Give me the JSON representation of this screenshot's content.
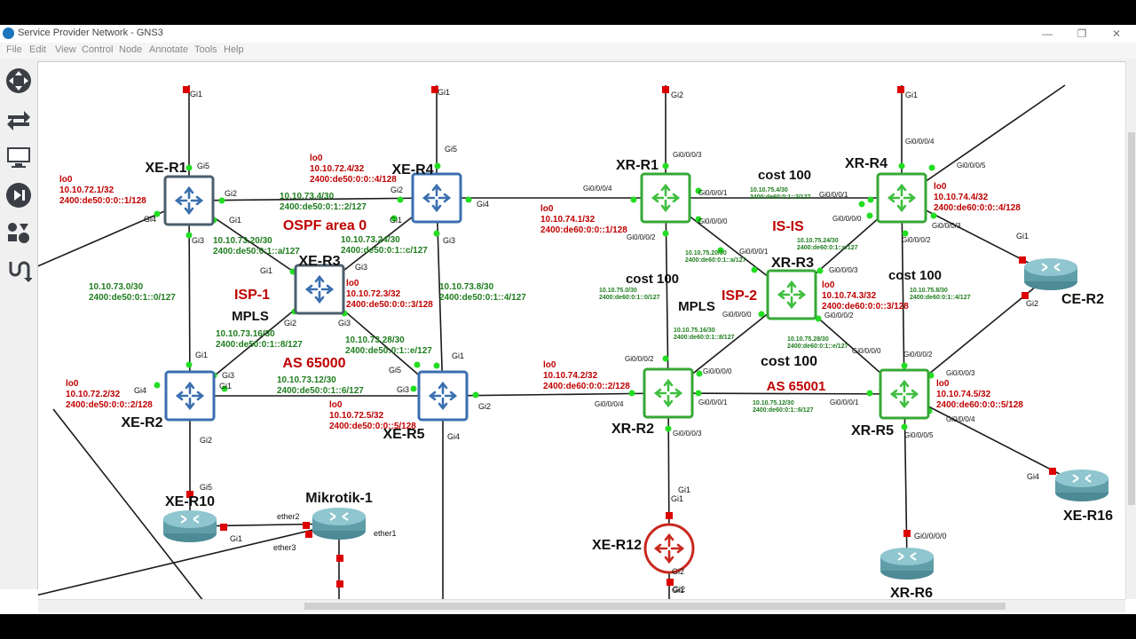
{
  "window": {
    "title": "Service Provider Network - GNS3"
  },
  "menu": [
    "File",
    "Edit",
    "View",
    "Control",
    "Node",
    "Annotate",
    "Tools",
    "Help"
  ],
  "toolbar_icons": [
    "open-folder-icon",
    "open-project-icon",
    "clock-icon",
    "grid-snap-icon",
    "console-icon",
    "play-icon",
    "pause-icon",
    "stop-icon",
    "reload-icon",
    "note-edit-icon",
    "image-icon",
    "rectangle-icon",
    "ellipse-icon",
    "line-icon",
    "lock-icon",
    "zoom-in-icon",
    "zoom-out-icon",
    "camera-icon"
  ],
  "sidebar_icons": [
    "browse-routers-icon",
    "browse-switches-icon",
    "browse-end-devices-icon",
    "browse-security-icon",
    "browse-all-icon",
    "add-link-icon"
  ],
  "colors": {
    "xe": "#3a6fb0",
    "xr": "#33aa33",
    "label_red": "#c00000",
    "label_green": "#1e7d1e",
    "port_green": "#22dd22",
    "port_red": "#dd0000"
  },
  "nodes": [
    {
      "id": "xe-r1",
      "label": "XE-R1",
      "kind": "xe-gray"
    },
    {
      "id": "xe-r4",
      "label": "XE-R4",
      "kind": "xe-blue"
    },
    {
      "id": "xe-r3",
      "label": "XE-R3",
      "kind": "xe-gray"
    },
    {
      "id": "xe-r2",
      "label": "XE-R2",
      "kind": "xe-blue"
    },
    {
      "id": "xe-r5",
      "label": "XE-R5",
      "kind": "xe-blue"
    },
    {
      "id": "xr-r1",
      "label": "XR-R1",
      "kind": "xr"
    },
    {
      "id": "xr-r4",
      "label": "XR-R4",
      "kind": "xr"
    },
    {
      "id": "xr-r3",
      "label": "XR-R3",
      "kind": "xr"
    },
    {
      "id": "xr-r2",
      "label": "XR-R2",
      "kind": "xr"
    },
    {
      "id": "xr-r5",
      "label": "XR-R5",
      "kind": "xr"
    },
    {
      "id": "xe-r12",
      "label": "XE-R12",
      "kind": "red"
    },
    {
      "id": "xe-r10",
      "label": "XE-R10",
      "kind": "cyl"
    },
    {
      "id": "mikrotik-1",
      "label": "Mikrotik-1",
      "kind": "cyl"
    },
    {
      "id": "ce-r2",
      "label": "CE-R2",
      "kind": "cyl"
    },
    {
      "id": "xe-r16",
      "label": "XE-R16",
      "kind": "cyl"
    },
    {
      "id": "xr-r6",
      "label": "XR-R6",
      "kind": "cyl"
    }
  ],
  "titles": [
    {
      "text": "OSPF area 0",
      "color": "red"
    },
    {
      "text": "ISP-1",
      "color": "red"
    },
    {
      "text": "MPLS",
      "color": "black"
    },
    {
      "text": "AS 65000",
      "color": "red"
    },
    {
      "text": "cost 100",
      "color": "black"
    },
    {
      "text": "IS-IS",
      "color": "red"
    },
    {
      "text": "cost 100",
      "color": "black"
    },
    {
      "text": "MPLS",
      "color": "black"
    },
    {
      "text": "ISP-2",
      "color": "red"
    },
    {
      "text": "cost 100",
      "color": "black"
    },
    {
      "text": "AS 65001",
      "color": "red"
    },
    {
      "text": "cost 100",
      "color": "black"
    }
  ],
  "loopbacks": [
    {
      "name": "lo0",
      "ipv4": "10.10.72.1/32",
      "ipv6": "2400:de50:0:0::1/128"
    },
    {
      "name": "lo0",
      "ipv4": "10.10.72.4/32",
      "ipv6": "2400:de50:0:0::4/128"
    },
    {
      "name": "lo0",
      "ipv4": "10.10.72.3/32",
      "ipv6": "2400:de50:0:0::3/128"
    },
    {
      "name": "lo0",
      "ipv4": "10.10.72.2/32",
      "ipv6": "2400:de50:0:0::2/128"
    },
    {
      "name": "lo0",
      "ipv4": "10.10.72.5/32",
      "ipv6": "2400:de50:0:0::5/128"
    },
    {
      "name": "lo0",
      "ipv4": "10.10.74.1/32",
      "ipv6": "2400:de60:0:0::1/128"
    },
    {
      "name": "lo0",
      "ipv4": "10.10.74.4/32",
      "ipv6": "2400:de60:0:0::4/128"
    },
    {
      "name": "lo0",
      "ipv4": "10.10.74.3/32",
      "ipv6": "2400:de60:0:0::3/128"
    },
    {
      "name": "lo0",
      "ipv4": "10.10.74.2/32",
      "ipv6": "2400:de60:0:0::2/128"
    },
    {
      "name": "lo0",
      "ipv4": "10.10.74.5/32",
      "ipv6": "2400:de60:0:0::5/128"
    }
  ],
  "subnets": [
    {
      "ipv4": "10.10.73.4/30",
      "ipv6": "2400:de50:0:1::2/127",
      "size": "m"
    },
    {
      "ipv4": "10.10.73.20/30",
      "ipv6": "2400:de50:0:1::a/127",
      "size": "m"
    },
    {
      "ipv4": "10.10.73.24/30",
      "ipv6": "2400:de50:0:1::c/127",
      "size": "m"
    },
    {
      "ipv4": "10.10.73.0/30",
      "ipv6": "2400:de50:0:1::0/127",
      "size": "m"
    },
    {
      "ipv4": "10.10.73.8/30",
      "ipv6": "2400:de50:0:1::4/127",
      "size": "m"
    },
    {
      "ipv4": "10.10.73.16/30",
      "ipv6": "2400:de50:0:1::8/127",
      "size": "m"
    },
    {
      "ipv4": "10.10.73.28/30",
      "ipv6": "2400:de50:0:1::e/127",
      "size": "m"
    },
    {
      "ipv4": "10.10.73.12/30",
      "ipv6": "2400:de50:0:1::6/127",
      "size": "m"
    },
    {
      "ipv4": "10.10.75.4/30",
      "ipv6": "2400:de60:0:1::2/127",
      "size": "s"
    },
    {
      "ipv4": "10.10.75.20/30",
      "ipv6": "2400:de60:0:1::a/127",
      "size": "s"
    },
    {
      "ipv4": "10.10.75.24/30",
      "ipv6": "2400:de60:0:1::c/127",
      "size": "s"
    },
    {
      "ipv4": "10.10.75.0/30",
      "ipv6": "2400:de60:0:1::0/127",
      "size": "s"
    },
    {
      "ipv4": "10.10.75.8/30",
      "ipv6": "2400:de60:0:1::4/127",
      "size": "s"
    },
    {
      "ipv4": "10.10.75.16/30",
      "ipv6": "2400:de60:0:1::8/127",
      "size": "s"
    },
    {
      "ipv4": "10.10.75.28/30",
      "ipv6": "2400:de60:0:1::e/127",
      "size": "s"
    },
    {
      "ipv4": "10.10.75.12/30",
      "ipv6": "2400:de60:0:1::6/127",
      "size": "s"
    }
  ],
  "ports": [
    "Gi1",
    "Gi5",
    "Gi2",
    "Gi4",
    "Gi1",
    "Gi3",
    "Gi1",
    "Gi5",
    "Gi2",
    "Gi4",
    "Gi1",
    "Gi3",
    "Gi1",
    "Gi3",
    "Gi2",
    "Gi3",
    "Gi1",
    "Gi3",
    "Gi4",
    "Gi1",
    "Gi2",
    "Gi5",
    "Gi1",
    "Gi3",
    "Gi2",
    "Gi4",
    "Gi5",
    "Gi1",
    "Gi2",
    "Gi1",
    "Gi0/0/0/3",
    "Gi0/0/0/4",
    "Gi0/0/0/1",
    "Gi0/0/0/0",
    "Gi0/0/0/2",
    "Gi1",
    "Gi0/0/0/4",
    "Gi0/0/0/5",
    "Gi0/0/0/1",
    "Gi0/0/0/0",
    "Gi0/0/0/3",
    "Gi0/0/0/2",
    "Gi0/0/0/1",
    "Gi0/0/0/3",
    "Gi0/0/0/0",
    "Gi0/0/0/2",
    "Gi0/0/0/2",
    "Gi0/0/0/0",
    "Gi0/0/0/4",
    "Gi0/0/0/1",
    "Gi0/0/0/3",
    "Gi0/0/0/2",
    "Gi0/0/0/3",
    "Gi0/0/0/0",
    "Gi0/0/0/1",
    "Gi0/0/0/4",
    "Gi0/0/0/5",
    "Gi1",
    "Gi2",
    "Gi1",
    "Gi2",
    "ether2",
    "ether1",
    "ether3",
    "Gi1",
    "Gi2",
    "Gi4",
    "Gi0/0/0/0"
  ]
}
